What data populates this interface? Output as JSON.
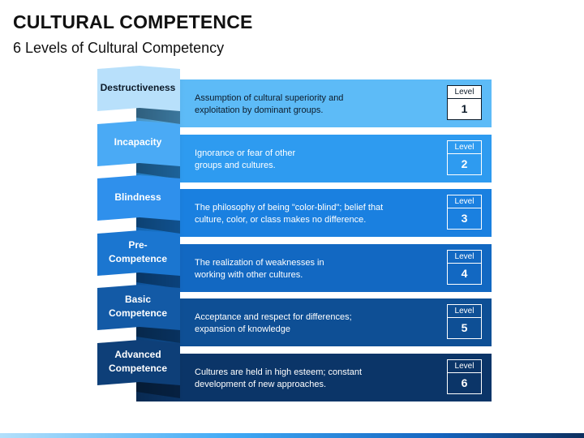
{
  "header": {
    "title": "CULTURAL COMPETENCE",
    "subtitle": "6 Levels of Cultural Competency"
  },
  "levels": [
    {
      "name": "Destructiveness",
      "description": "Assumption of cultural superiority and\nexploitation by dominant groups.",
      "level_label": "Level",
      "level_number": "1",
      "band_color": "#5dbbf7",
      "tab_color": "#b8e0fb",
      "text_color": "#0d1b2a"
    },
    {
      "name": "Incapacity",
      "description": "Ignorance or fear of other\ngroups and cultures.",
      "level_label": "Level",
      "level_number": "2",
      "band_color": "#2e9bf0",
      "tab_color": "#4aaaf5",
      "text_color": "#ffffff"
    },
    {
      "name": "Blindness",
      "description": "The philosophy of being \"color-blind\"; belief that\nculture, color, or class makes no difference.",
      "level_label": "Level",
      "level_number": "3",
      "band_color": "#1a80e0",
      "tab_color": "#2f90ec",
      "text_color": "#ffffff"
    },
    {
      "name": "Pre-\nCompetence",
      "description": "The realization of weaknesses in\nworking with other cultures.",
      "level_label": "Level",
      "level_number": "4",
      "band_color": "#1268c2",
      "tab_color": "#1b76d0",
      "text_color": "#ffffff"
    },
    {
      "name": "Basic\nCompetence",
      "description": "Acceptance and respect for differences;\nexpansion of knowledge",
      "level_label": "Level",
      "level_number": "5",
      "band_color": "#0e4f95",
      "tab_color": "#135aa6",
      "text_color": "#ffffff"
    },
    {
      "name": "Advanced\nCompetence",
      "description": "Cultures are held in high esteem; constant\ndevelopment of new approaches.",
      "level_label": "Level",
      "level_number": "6",
      "band_color": "#0b3568",
      "tab_color": "#0e3f78",
      "text_color": "#ffffff"
    }
  ]
}
